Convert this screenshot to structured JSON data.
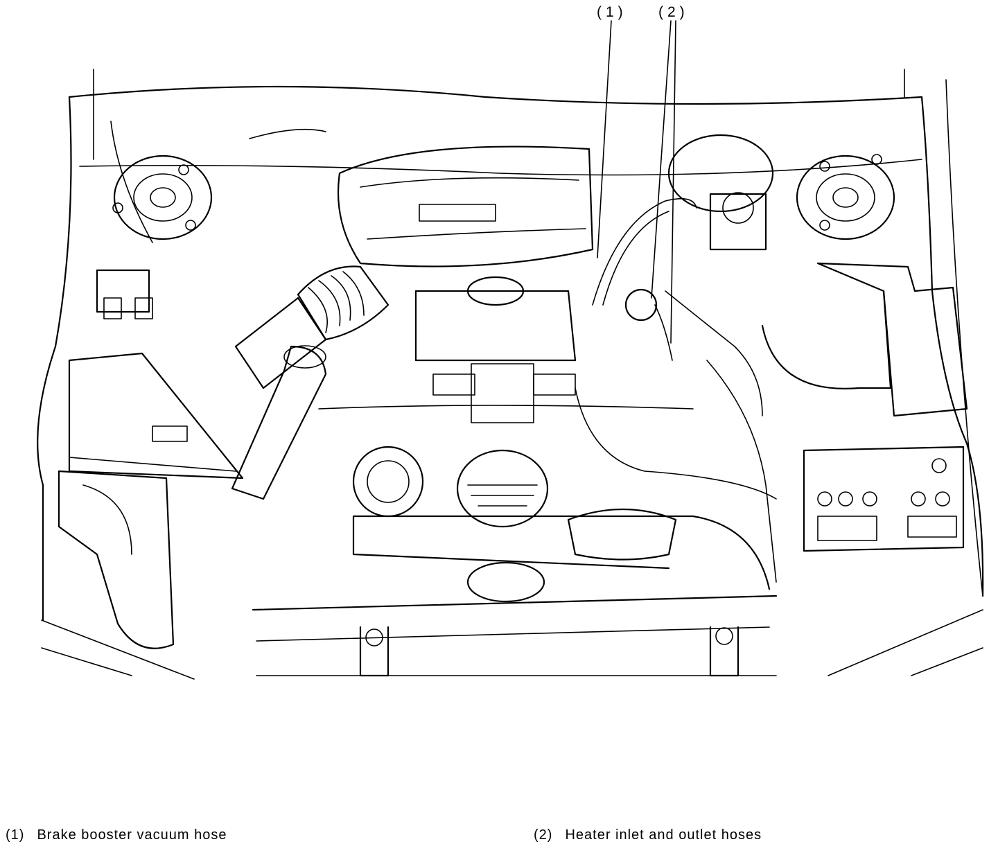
{
  "callouts": [
    {
      "id": "1",
      "label": "(1)"
    },
    {
      "id": "2",
      "label": "(2)"
    }
  ],
  "legend": [
    {
      "num": "(1)",
      "text": "Brake booster vacuum hose"
    },
    {
      "num": "(2)",
      "text": "Heater inlet and outlet hoses"
    }
  ]
}
